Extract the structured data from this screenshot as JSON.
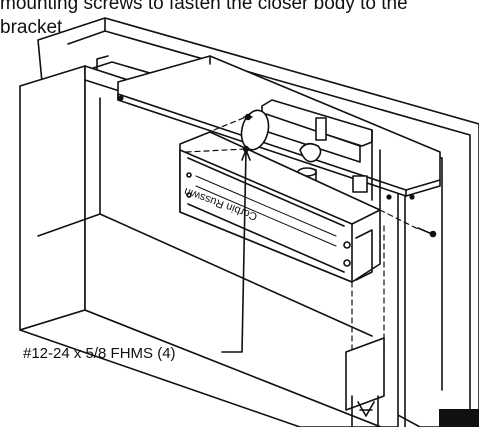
{
  "instruction": {
    "text": "mounting screws to fasten the closer body to the\nbracket."
  },
  "callout": {
    "label": "#12-24 x 5/8 FHMS (4)"
  },
  "closer_body": {
    "brand_text": "Corbin Russwin"
  }
}
